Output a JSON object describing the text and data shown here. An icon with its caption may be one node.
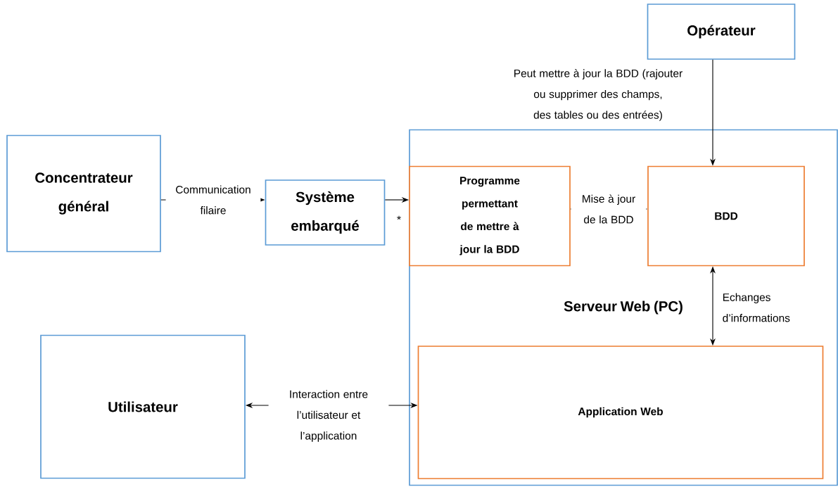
{
  "diagram": {
    "nodes": [
      {
        "text": [
          "Opérateur"
        ]
      },
      {
        "text": [
          "Concentrateur général"
        ]
      },
      {
        "text": [
          "Système embarqué"
        ]
      },
      {
        "text": [
          "Serveur Web (PC)"
        ]
      },
      {
        "text": [
          "Programme permettant de mettre à jour la BDD"
        ],
        "in": 3
      },
      {
        "text": [
          "BDD"
        ],
        "in": 3
      },
      {
        "text": [
          "Application Web"
        ],
        "in": 3
      },
      {
        "text": [
          "Utilisateur"
        ]
      }
    ],
    "edges": [
      {
        "from": 0,
        "to": 5,
        "arrow": "to",
        "label": "Peut mettre à jour la BDD (rajouter ou supprimer des champs, des tables ou des entrées)"
      },
      {
        "from": 1,
        "to": 2,
        "arrow": "to",
        "label": "Communication filaire"
      },
      {
        "from": 2,
        "to": 4,
        "arrow": "to",
        "label": "*"
      },
      {
        "from": 4,
        "to": 5,
        "arrow": "to",
        "label": "Mise à jour de la BDD"
      },
      {
        "from": 5,
        "to": 6,
        "arrow": "both",
        "label": "Echanges d’informations"
      },
      {
        "from": 7,
        "to": 6,
        "arrow": "both",
        "label": "Interaction entre l’utilisateur et l’application"
      }
    ]
  }
}
